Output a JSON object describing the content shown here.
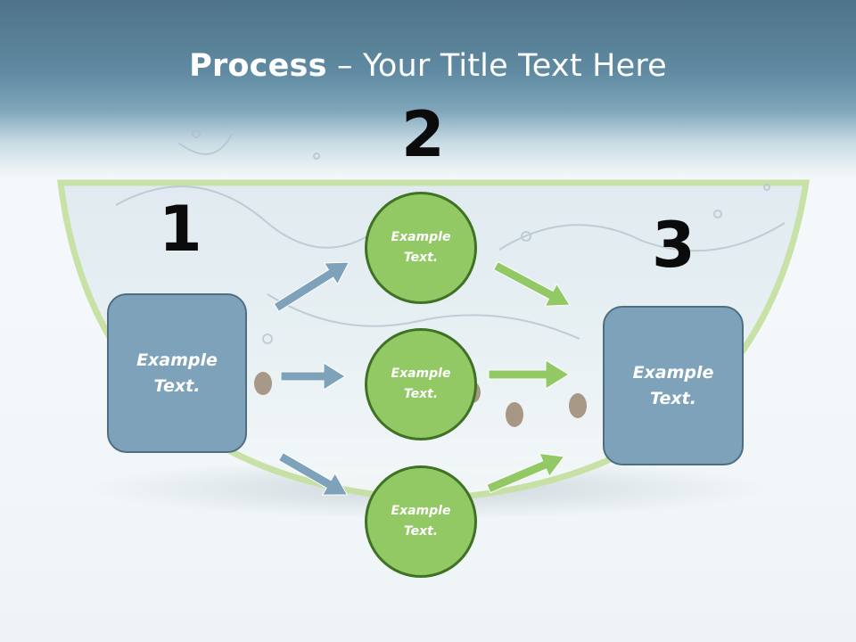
{
  "slide": {
    "title_bold": "Process",
    "title_rest": " – Your Title Text Here"
  },
  "steps": {
    "step1": {
      "number": "1",
      "text": "Example\nText."
    },
    "step2": {
      "number": "2",
      "circles": [
        {
          "text": "Example\nText."
        },
        {
          "text": "Example\nText."
        },
        {
          "text": "Example\nText."
        }
      ]
    },
    "step3": {
      "number": "3",
      "text": "Example\nText."
    }
  },
  "colors": {
    "header": "#5f8aa1",
    "box_fill": "#7ea2ba",
    "box_border": "#4f6e83",
    "circle_fill": "#92c965",
    "circle_border": "#3f7224",
    "blue_arrow": "#7ea2ba",
    "green_arrow": "#92c965"
  }
}
